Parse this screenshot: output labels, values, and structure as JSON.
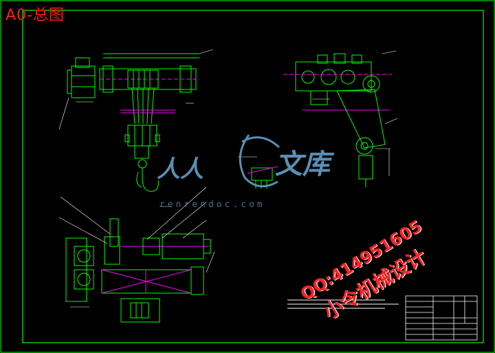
{
  "sheet": {
    "title": "A0-总图",
    "border_color": "#00ff00",
    "drawing_color": "#00ff00",
    "accent_color": "#ff00ff",
    "annotation_color": "#ffffff"
  },
  "watermark": {
    "left_text": "人人",
    "right_text": "文库",
    "url": "renrendoc.com",
    "color": "#5a8fb4"
  },
  "advert": {
    "qq": "QQ:414951605",
    "name": "小令机械设计",
    "color": "#ff2020"
  }
}
